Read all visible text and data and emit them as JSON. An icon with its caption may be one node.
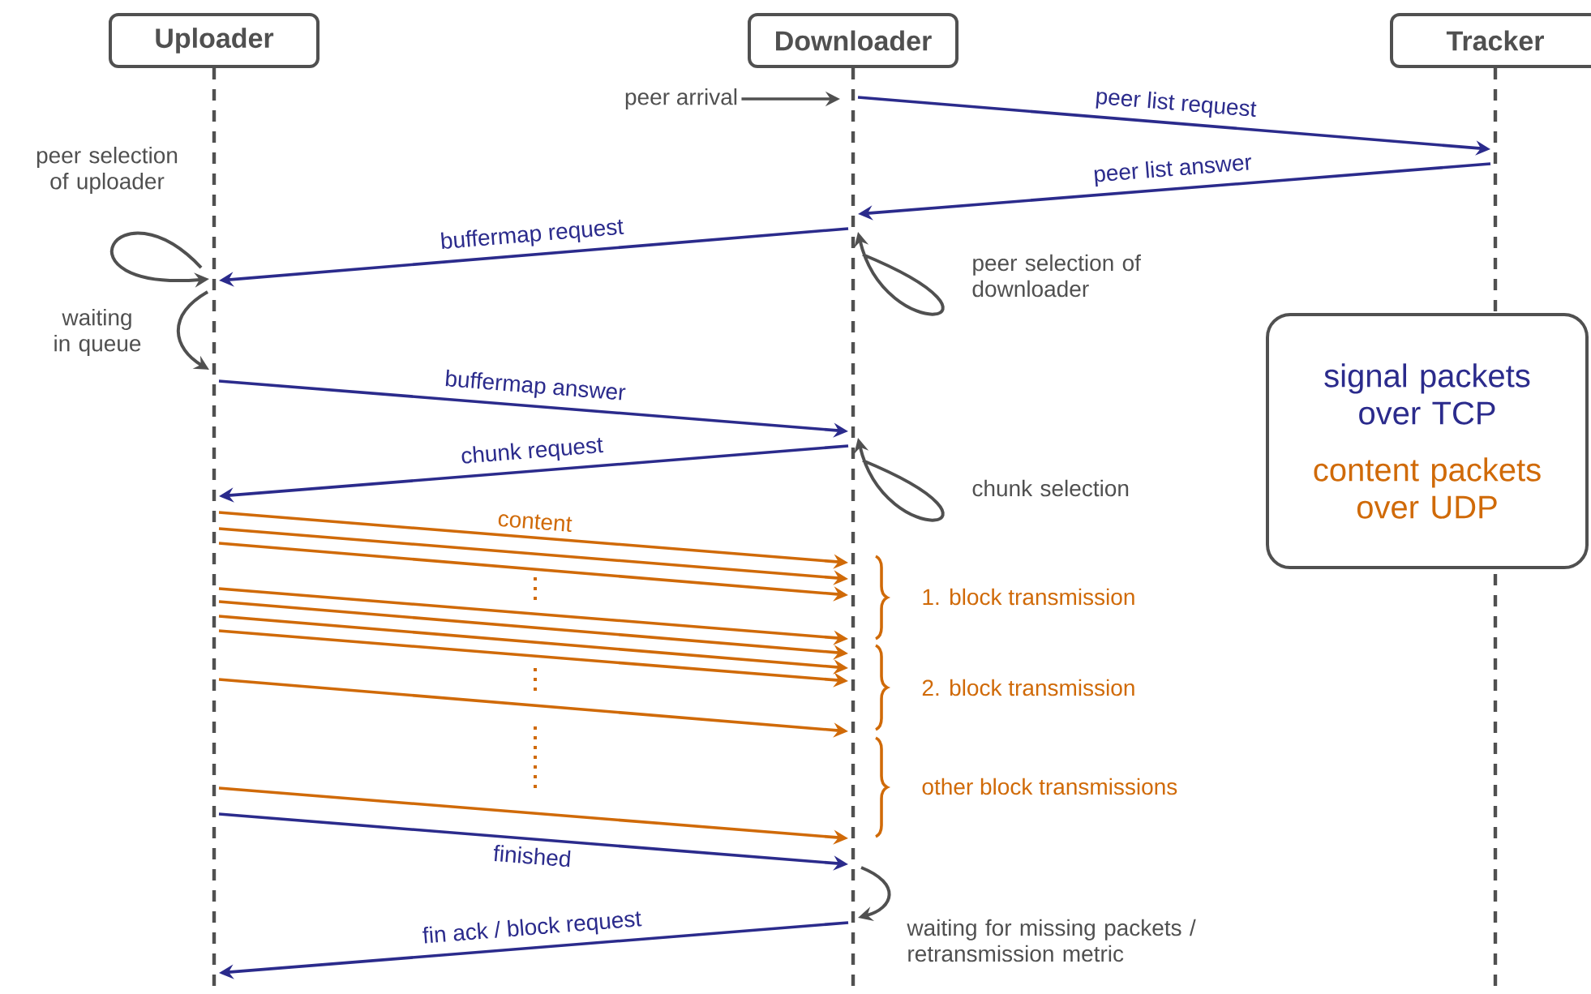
{
  "diagram": {
    "nodes": [
      {
        "text": [
          "Uploader"
        ]
      },
      {
        "text": [
          "Downloader"
        ]
      },
      {
        "text": [
          "Tracker"
        ]
      },
      {
        "text": [
          "peer arrival"
        ]
      },
      {
        "text": [
          "signal packets over TCP",
          "content packets over UDP"
        ]
      }
    ],
    "edges": [
      {
        "from": 1,
        "to": 2,
        "arrow": "to",
        "label": "peer list request",
        "color": "#2b2b8c"
      },
      {
        "from": 2,
        "to": 1,
        "arrow": "to",
        "label": "peer list answer",
        "color": "#2b2b8c"
      },
      {
        "from": 1,
        "to": 0,
        "arrow": "to",
        "label": "buffermap request",
        "color": "#2b2b8c"
      },
      {
        "from": 0,
        "to": 1,
        "arrow": "to",
        "label": "buffermap answer",
        "color": "#2b2b8c"
      },
      {
        "from": 1,
        "to": 0,
        "arrow": "to",
        "label": "chunk request",
        "color": "#2b2b8c"
      },
      {
        "from": 0,
        "to": 1,
        "arrow": "to",
        "label": "content",
        "color": "#d06a08"
      },
      {
        "from": 0,
        "to": 1,
        "arrow": "to",
        "color": "#d06a08"
      },
      {
        "from": 0,
        "to": 1,
        "arrow": "to",
        "color": "#d06a08"
      },
      {
        "from": 0,
        "to": 1,
        "arrow": "to",
        "color": "#d06a08"
      },
      {
        "from": 0,
        "to": 1,
        "arrow": "to",
        "color": "#d06a08"
      },
      {
        "from": 0,
        "to": 1,
        "arrow": "to",
        "color": "#d06a08"
      },
      {
        "from": 0,
        "to": 1,
        "arrow": "to",
        "color": "#d06a08"
      },
      {
        "from": 0,
        "to": 1,
        "arrow": "to",
        "color": "#d06a08"
      },
      {
        "from": 0,
        "to": 1,
        "arrow": "to",
        "color": "#d06a08"
      },
      {
        "from": 0,
        "to": 1,
        "arrow": "to",
        "label": "finished",
        "color": "#2b2b8c"
      },
      {
        "from": 1,
        "to": 0,
        "arrow": "to",
        "label": "fin ack / block request",
        "color": "#2b2b8c"
      },
      {
        "from": 3,
        "to": 1,
        "arrow": "to",
        "color": "#505050"
      },
      {
        "from": 0,
        "to": 0,
        "arrow": "to",
        "label": "peer selection of uploader",
        "color": "#505050"
      },
      {
        "from": 0,
        "to": 0,
        "arrow": "to",
        "label": "waiting in queue",
        "color": "#505050"
      },
      {
        "from": 1,
        "to": 1,
        "arrow": "to",
        "label": "peer selection of downloader",
        "color": "#505050"
      },
      {
        "from": 1,
        "to": 1,
        "arrow": "to",
        "label": "chunk selection",
        "color": "#505050"
      },
      {
        "from": 1,
        "to": 1,
        "arrow": "to",
        "label": "waiting for missing packets / retransmission metric",
        "color": "#505050"
      }
    ],
    "labels": [
      "1. block transmission",
      "2. block transmission",
      "other block transmissions"
    ]
  }
}
